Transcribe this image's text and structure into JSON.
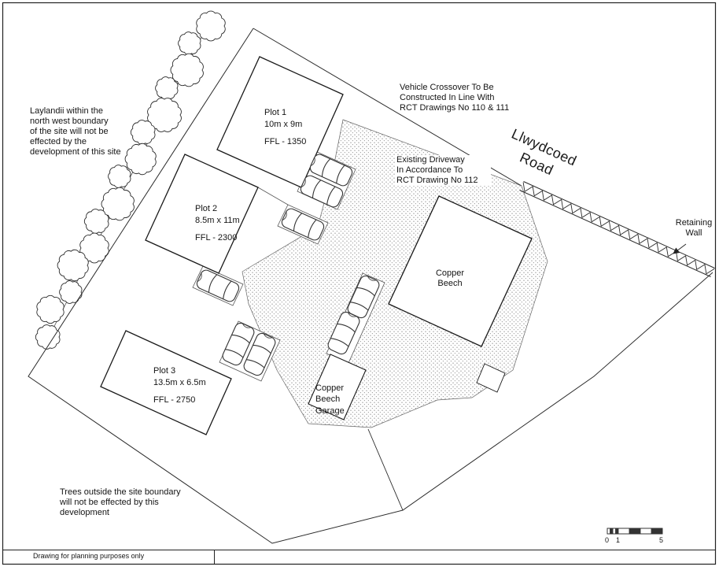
{
  "title_block": {
    "footer_note": "Drawing for planning purposes only"
  },
  "road": {
    "name": "Llwydcoed\nRoad"
  },
  "notes": {
    "laylandii": "Laylandii within the\nnorth west boundary\nof the site will not be\neffected by the\ndevelopment of this site",
    "vehicle_crossover": "Vehicle Crossover To Be\nConstructed In Line With\nRCT Drawings No 110 & 111",
    "existing_driveway": "Existing Driveway\nIn Accordance To\nRCT Drawing No 112",
    "trees_outside": "Trees outside the site boundary\nwill not be effected by this\ndevelopment",
    "retaining_wall": "Retaining\nWall"
  },
  "plots": [
    {
      "name": "Plot 1",
      "size": "10m x 9m",
      "ffl": "FFL - 1350"
    },
    {
      "name": "Plot 2",
      "size": "8.5m x 11m",
      "ffl": "FFL - 2300"
    },
    {
      "name": "Plot 3",
      "size": "13.5m x 6.5m",
      "ffl": "FFL - 2750"
    }
  ],
  "buildings": {
    "copper_beech": "Copper\nBeech",
    "garage": "Copper\nBeech\nGarage"
  },
  "scale_bar": {
    "zero": "0",
    "one": "1",
    "five": "5"
  },
  "colors": {
    "line": "#1a1a1a",
    "stipple_dot": "#8f8f8f"
  }
}
